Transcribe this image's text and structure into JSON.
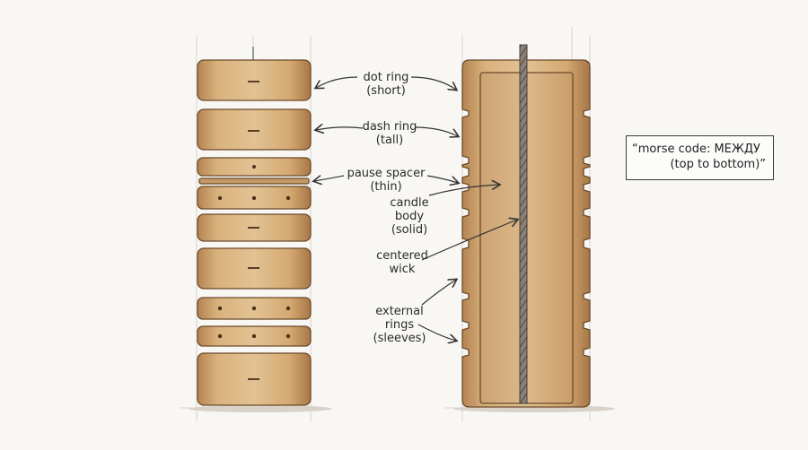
{
  "labels": {
    "dot_ring": [
      "dot ring",
      "(short)"
    ],
    "dash_ring": [
      "dash ring",
      "(tall)"
    ],
    "pause_spacer": [
      "pause spacer",
      "(thin)"
    ],
    "candle_body": [
      "candle",
      "body",
      "(solid)"
    ],
    "centered_wick": [
      "centered",
      "wick"
    ],
    "external_rings": [
      "external",
      "rings",
      "(sleeves)"
    ]
  },
  "note": {
    "line1": "“morse code: МЕЖДУ",
    "line2": "(top to bottom)”"
  },
  "colors": {
    "wood_light": "#dcb886",
    "wood_mid": "#c79a64",
    "wood_dark": "#9c7042",
    "outline": "#6b4a2a",
    "ink": "#2b2b2b"
  }
}
